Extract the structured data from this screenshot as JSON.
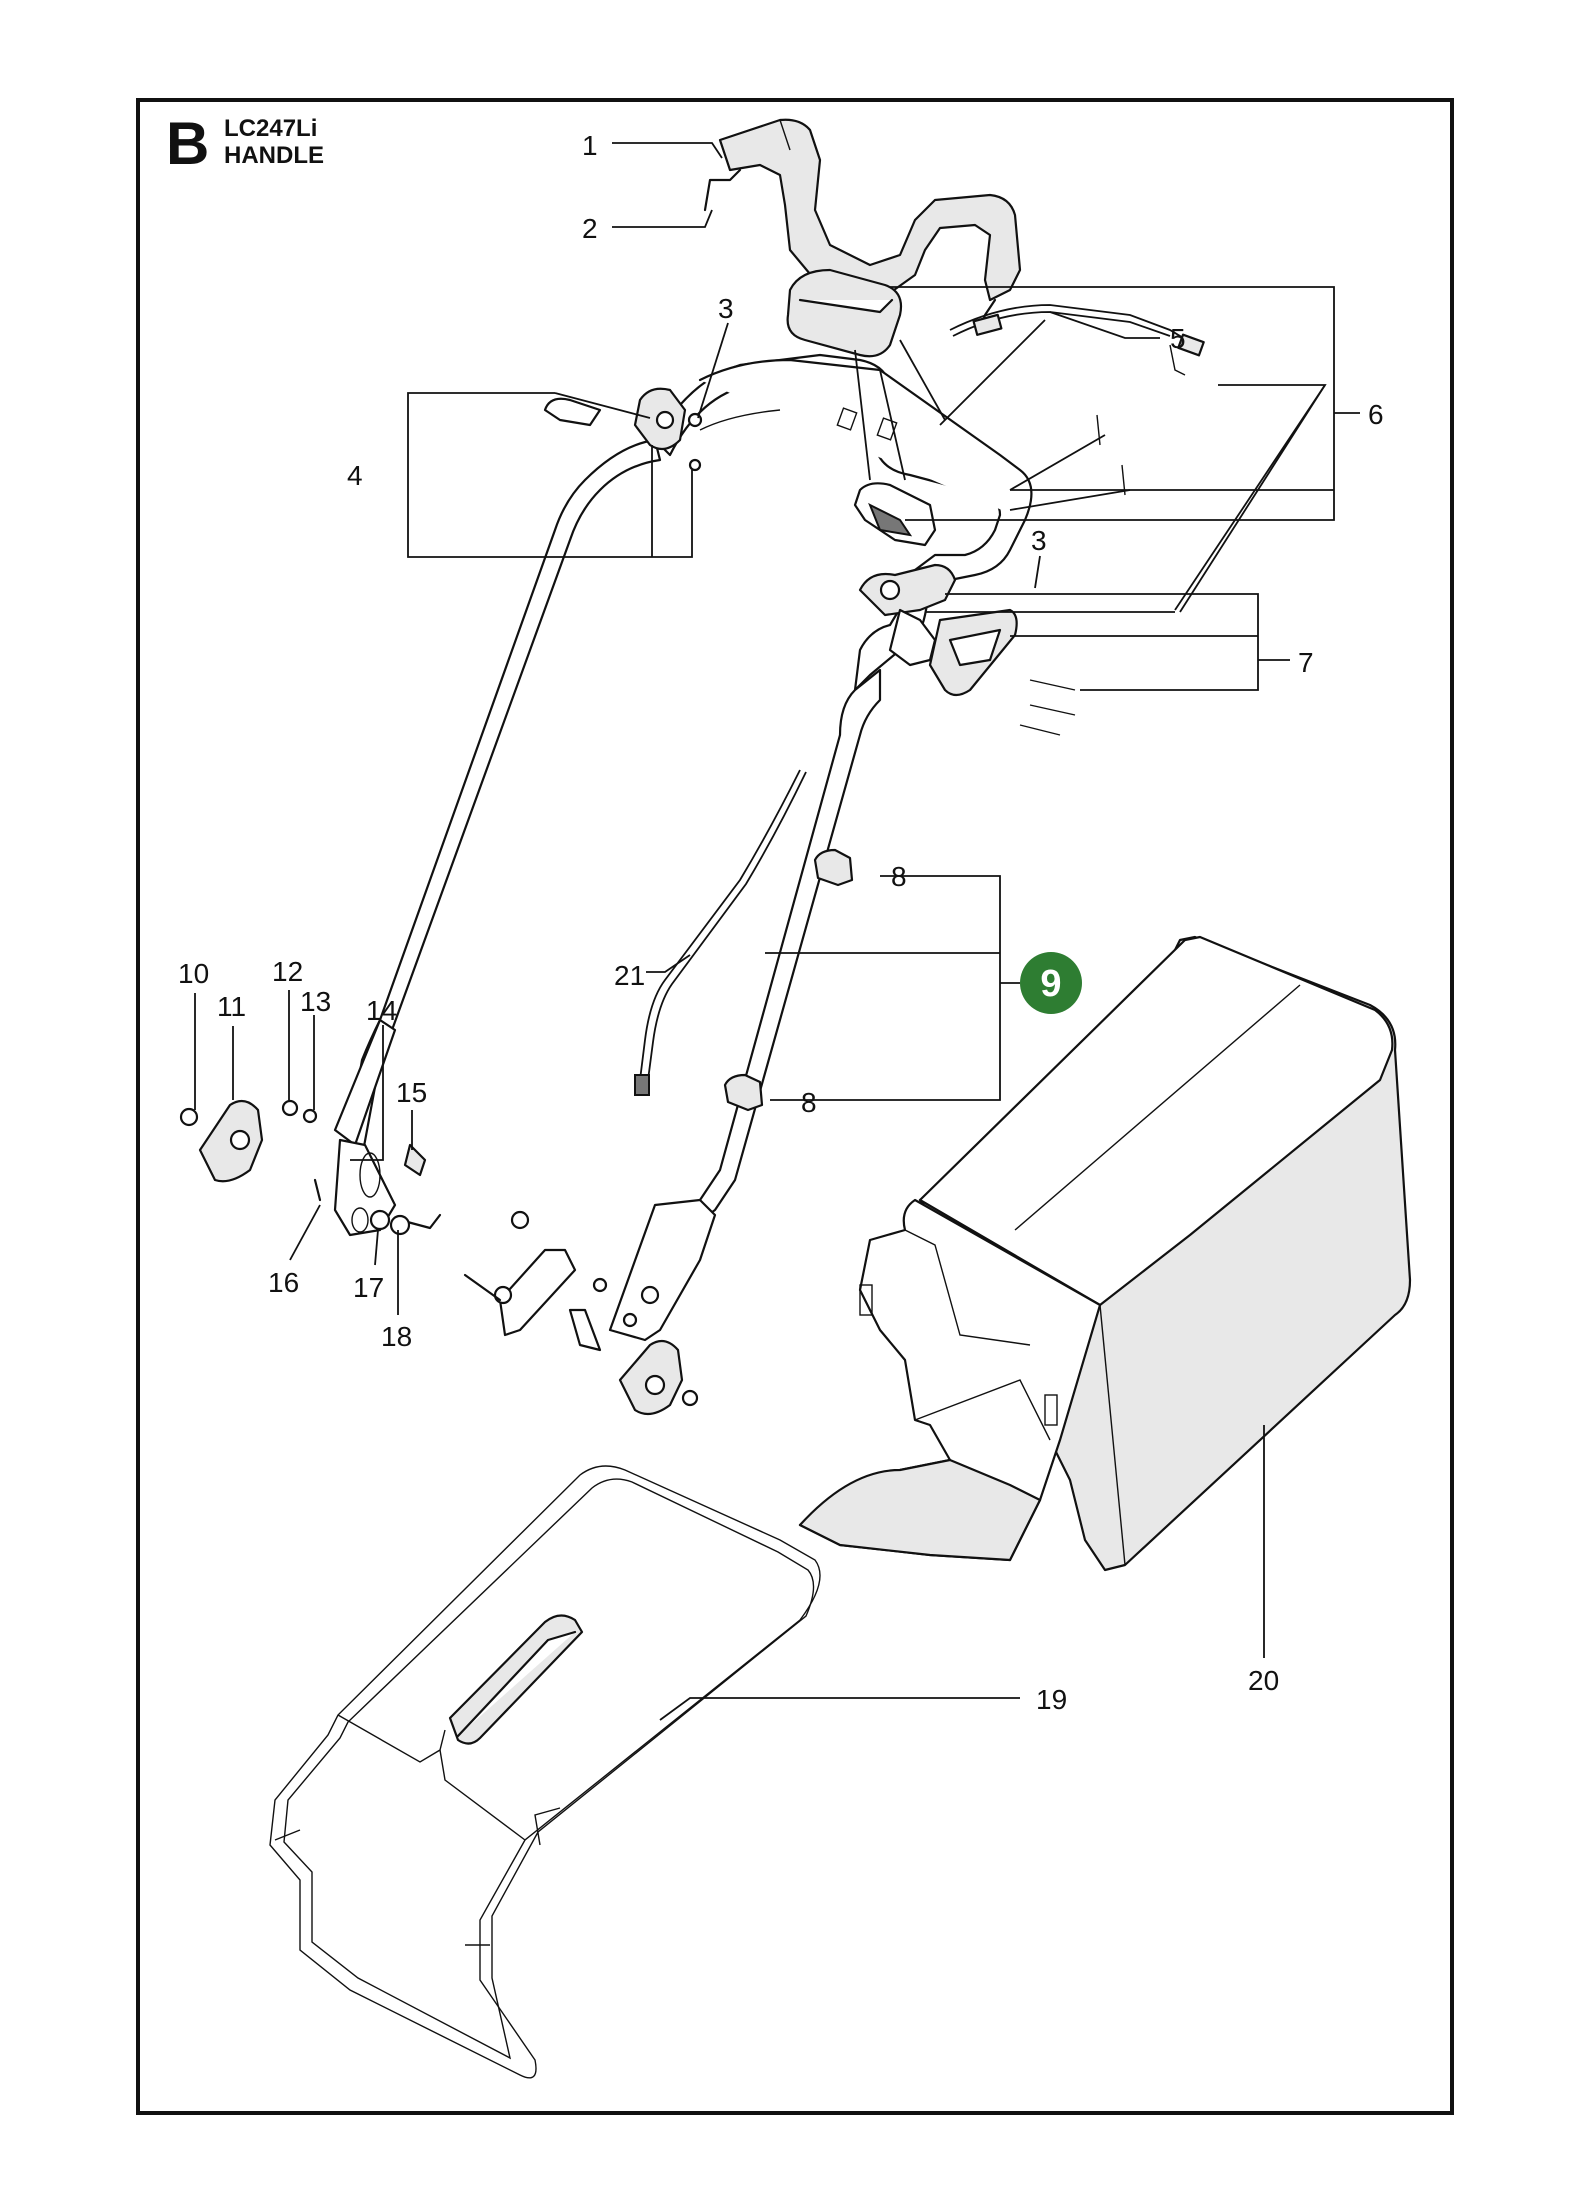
{
  "header": {
    "section_letter": "B",
    "model": "LC247Li",
    "title": "HANDLE"
  },
  "callouts": [
    "1",
    "2",
    "3",
    "3",
    "4",
    "5",
    "6",
    "7",
    "8",
    "8",
    "10",
    "11",
    "12",
    "13",
    "14",
    "15",
    "16",
    "17",
    "18",
    "19",
    "20",
    "21"
  ],
  "highlight_callout": {
    "label": "9",
    "color": "#2e7d32"
  },
  "colors": {
    "ink": "#111111",
    "highlight": "#2e7d32",
    "background": "#ffffff"
  }
}
